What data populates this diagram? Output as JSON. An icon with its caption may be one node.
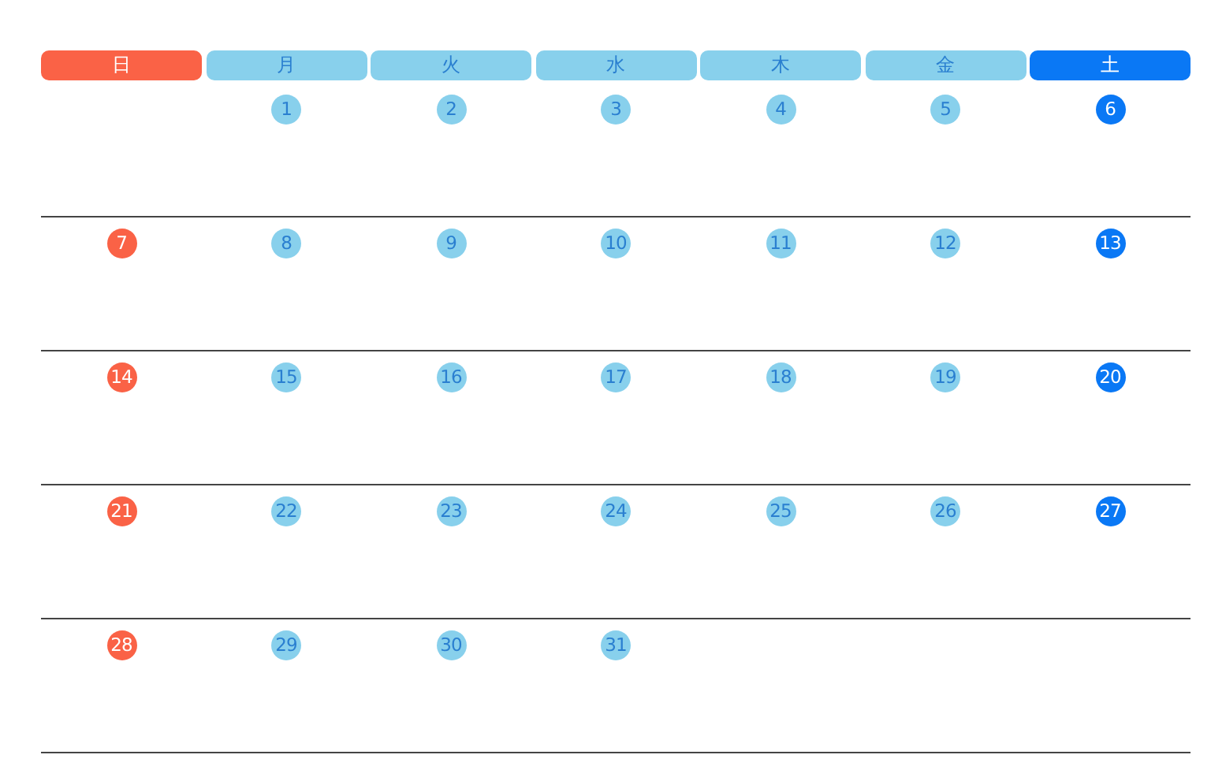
{
  "diagram": {
    "nodes": [
      {
        "text": [
          "日"
        ]
      },
      {
        "text": [
          "月"
        ]
      },
      {
        "text": [
          "火"
        ]
      },
      {
        "text": [
          "水"
        ]
      },
      {
        "text": [
          "木"
        ]
      },
      {
        "text": [
          "金"
        ]
      },
      {
        "text": [
          "土"
        ]
      },
      {
        "text": [
          "1"
        ]
      },
      {
        "text": [
          "2"
        ]
      },
      {
        "text": [
          "3"
        ]
      },
      {
        "text": [
          "4"
        ]
      },
      {
        "text": [
          "5"
        ]
      },
      {
        "text": [
          "6"
        ]
      },
      {
        "text": [
          "7"
        ]
      },
      {
        "text": [
          "8"
        ]
      },
      {
        "text": [
          "9"
        ]
      },
      {
        "text": [
          "10"
        ]
      },
      {
        "text": [
          "11"
        ]
      },
      {
        "text": [
          "12"
        ]
      },
      {
        "text": [
          "13"
        ]
      },
      {
        "text": [
          "14"
        ]
      },
      {
        "text": [
          "15"
        ]
      },
      {
        "text": [
          "16"
        ]
      },
      {
        "text": [
          "17"
        ]
      },
      {
        "text": [
          "18"
        ]
      },
      {
        "text": [
          "19"
        ]
      },
      {
        "text": [
          "20"
        ]
      },
      {
        "text": [
          "21"
        ]
      },
      {
        "text": [
          "22"
        ]
      },
      {
        "text": [
          "23"
        ]
      },
      {
        "text": [
          "24"
        ]
      },
      {
        "text": [
          "25"
        ]
      },
      {
        "text": [
          "26"
        ]
      },
      {
        "text": [
          "27"
        ]
      },
      {
        "text": [
          "28"
        ]
      },
      {
        "text": [
          "29"
        ]
      },
      {
        "text": [
          "30"
        ]
      },
      {
        "text": [
          "31"
        ]
      }
    ]
  }
}
